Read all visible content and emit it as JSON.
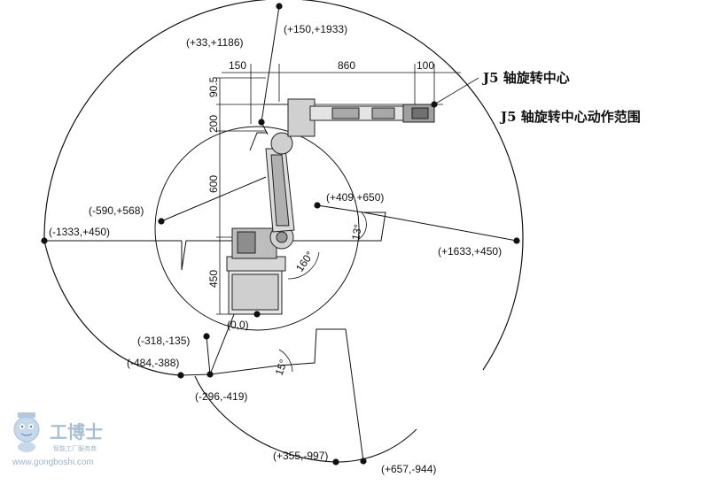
{
  "labels": {
    "j5_center": "J5 轴旋转中心",
    "j5_range": "J5 轴旋转中心动作范围"
  },
  "dimensions": {
    "d150": "150",
    "d860": "860",
    "d100": "100",
    "d90_5": "90.5",
    "d200": "200",
    "d600": "600",
    "d450": "450",
    "a13": "13°",
    "a160": "160°",
    "a15": "15°"
  },
  "points": {
    "p1": "(+150,+1933)",
    "p2": "(+33,+1186)",
    "p3": "(-590,+568)",
    "p4": "(-1333,+450)",
    "p5": "(+409,+650)",
    "p6": "(+1633,+450)",
    "p7": "(0,0)",
    "p8": "(-318,-135)",
    "p9": "(-484,-388)",
    "p10": "(-296,-419)",
    "p11": "(+355,-997)",
    "p12": "(+657,-944)"
  },
  "watermark": {
    "brand": "工博士",
    "tagline": "智能工厂服务商",
    "url": "www.gongboshi.com"
  }
}
